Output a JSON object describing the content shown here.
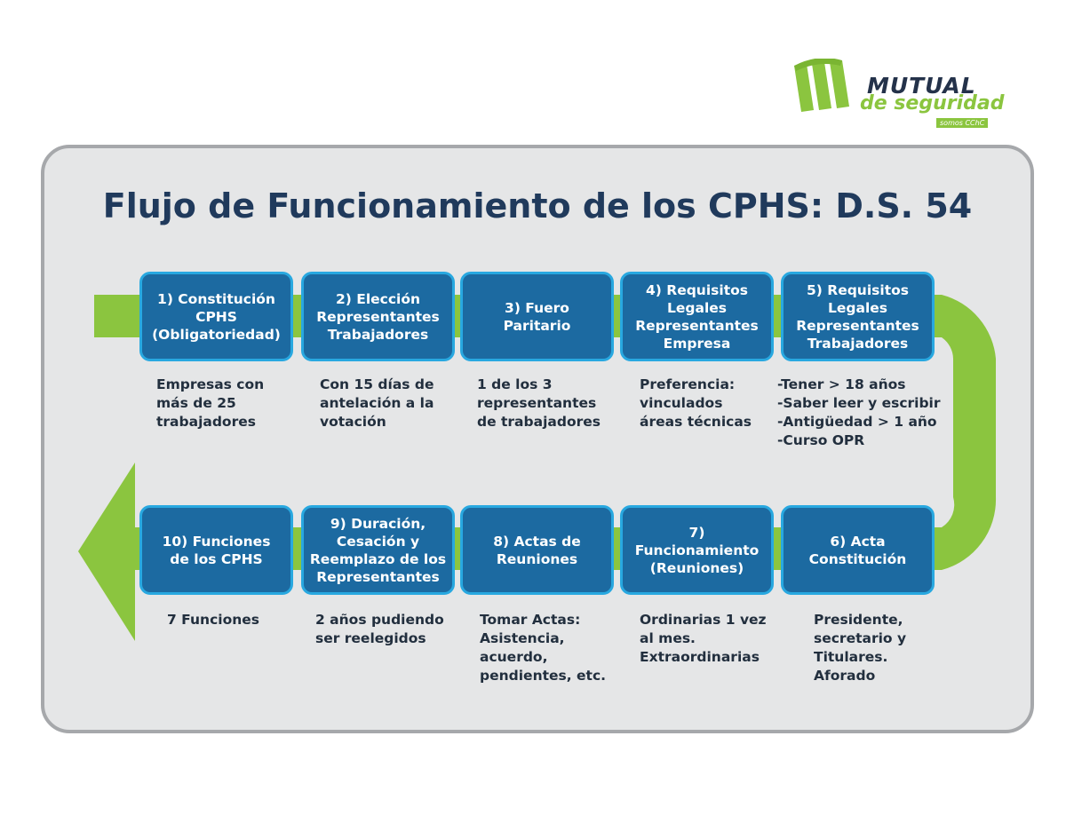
{
  "brand": {
    "name": "MUTUAL",
    "subtitle": "de seguridad",
    "tagline": "somos CChC"
  },
  "title": "Flujo de Funcionamiento de los CPHS: D.S. 54",
  "steps": [
    {
      "label": "1) Constitución\nCPHS\n(Obligatoriedad)",
      "desc": "Empresas con\nmás de 25\ntrabajadores"
    },
    {
      "label": "2) Elección\nRepresentantes\nTrabajadores",
      "desc": "Con 15 días de\nantelación a la\nvotación"
    },
    {
      "label": "3) Fuero\nParitario",
      "desc": "1 de los 3\nrepresentantes\nde trabajadores"
    },
    {
      "label": "4) Requisitos\nLegales\nRepresentantes\nEmpresa",
      "desc": "Preferencia:\nvinculados\náreas técnicas"
    },
    {
      "label": "5) Requisitos\nLegales\nRepresentantes\nTrabajadores",
      "desc": "-Tener > 18 años\n-Saber leer y escribir\n-Antigüedad > 1 año\n-Curso OPR"
    },
    {
      "label": "6) Acta\nConstitución",
      "desc": "Presidente,\nsecretario y\nTitulares.\nAforado"
    },
    {
      "label": "7)\nFuncionamiento\n(Reuniones)",
      "desc": "Ordinarias 1 vez\nal mes.\nExtraordinarias"
    },
    {
      "label": "8) Actas de\nReuniones",
      "desc": "Tomar Actas:\nAsistencia,\nacuerdo,\npendientes, etc."
    },
    {
      "label": "9) Duración,\nCesación y\nReemplazo de los\nRepresentantes",
      "desc": "2 años pudiendo\nser reelegidos"
    },
    {
      "label": "10) Funciones\nde los CPHS",
      "desc": "7 Funciones"
    }
  ],
  "colors": {
    "box_fill": "#1c6aa1",
    "box_border": "#28a8e0",
    "arrow": "#8bc53f",
    "title": "#203a5c"
  }
}
